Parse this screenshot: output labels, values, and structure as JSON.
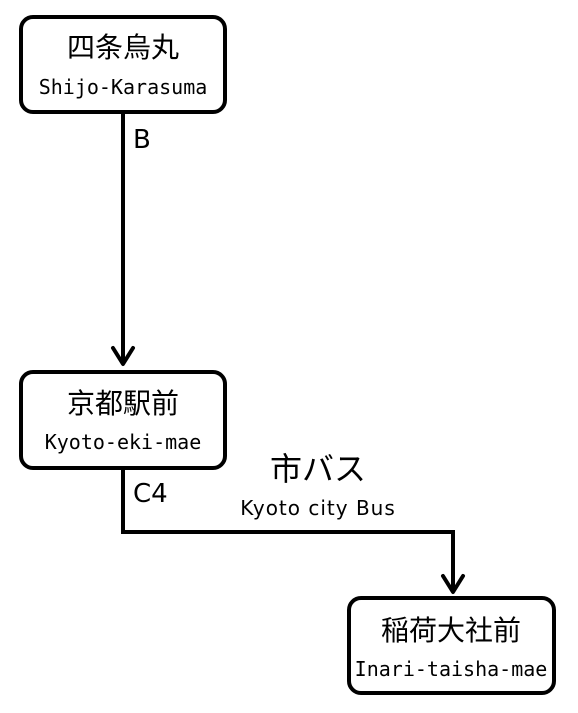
{
  "stations": [
    {
      "jp": "四条烏丸",
      "en": "Shijo-Karasuma"
    },
    {
      "jp": "京都駅前",
      "en": "Kyoto-eki-mae"
    },
    {
      "jp": "稲荷大社前",
      "en": "Inari-taisha-mae"
    }
  ],
  "links": [
    {
      "exit": "B"
    },
    {
      "exit": "C4",
      "jp": "市バス",
      "en": "Kyoto city Bus"
    }
  ]
}
